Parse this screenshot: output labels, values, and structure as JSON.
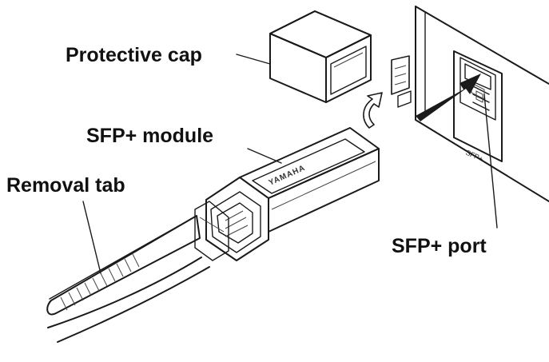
{
  "labels": {
    "protective_cap": "Protective cap",
    "sfp_module": "SFP+ module",
    "removal_tab": "Removal tab",
    "sfp_port": "SFP+ port"
  },
  "port_panel_label": "SFP+",
  "module_brand": "YAMAHA",
  "colors": {
    "line": "#1a1a1a",
    "text": "#111111",
    "background": "#ffffff",
    "arrow_fill": "#1a1a1a"
  }
}
